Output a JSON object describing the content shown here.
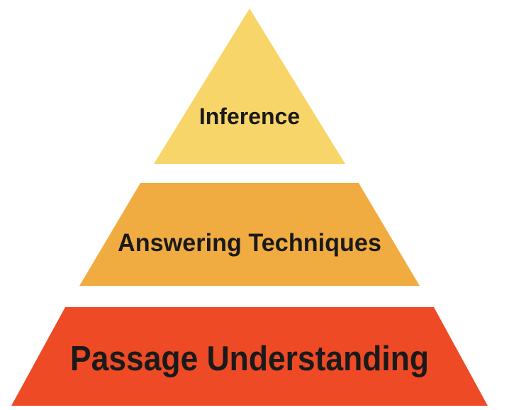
{
  "diagram": {
    "type": "pyramid",
    "background_color": "#ffffff",
    "text_color": "#1a1a1a",
    "levels": [
      {
        "label": "Inference",
        "color": "#f8d568",
        "position": "top"
      },
      {
        "label": "Answering Techniques",
        "color": "#f1ac41",
        "position": "middle"
      },
      {
        "label": "Passage Understanding",
        "color": "#ee4a26",
        "position": "bottom"
      }
    ]
  }
}
